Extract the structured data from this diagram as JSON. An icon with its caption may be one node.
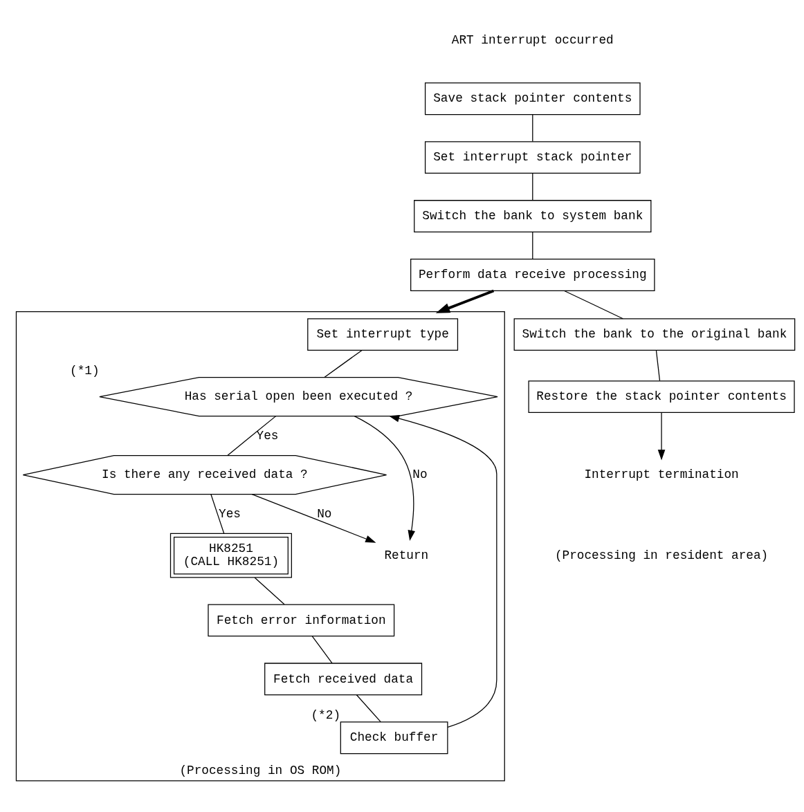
{
  "diagram": {
    "nodes": [
      {
        "text": [
          "Save stack pointer contents"
        ]
      },
      {
        "text": [
          "Set interrupt stack pointer"
        ]
      },
      {
        "text": [
          "Switch the bank to system bank"
        ]
      },
      {
        "text": [
          "Perform data receive processing"
        ]
      },
      {
        "text": [
          "Switch the bank to the original bank"
        ]
      },
      {
        "text": [
          "Restore the stack pointer contents"
        ]
      },
      {
        "text": [
          "Interrupt termination"
        ]
      },
      {
        "text": [
          "(Processing in OS ROM)"
        ]
      },
      {
        "text": [
          "Set interrupt type"
        ],
        "in": 7
      },
      {
        "text": [
          "Has serial open been executed ?"
        ],
        "beside": [
          "(*1)"
        ],
        "in": 7
      },
      {
        "text": [
          "Is there any received data ?"
        ],
        "in": 7
      },
      {
        "text": [
          "HK8251",
          "(CALL HK8251)"
        ],
        "in": 7
      },
      {
        "text": [
          "Fetch error information"
        ],
        "in": 7
      },
      {
        "text": [
          "Fetch received data"
        ],
        "in": 7
      },
      {
        "text": [
          "Check buffer"
        ],
        "beside": [
          "(*2)"
        ],
        "in": 7
      },
      {
        "text": [
          "Return"
        ],
        "in": 7
      }
    ],
    "edges": [
      {
        "from": 0,
        "to": 1,
        "arrow": "none"
      },
      {
        "from": 1,
        "to": 2,
        "arrow": "none"
      },
      {
        "from": 2,
        "to": 3,
        "arrow": "none"
      },
      {
        "from": 3,
        "to": 4,
        "arrow": "none"
      },
      {
        "from": 4,
        "to": 5,
        "arrow": "none"
      },
      {
        "from": 5,
        "to": 6,
        "arrow": "to"
      },
      {
        "from": 3,
        "to": 7,
        "arrow": "to",
        "style": "thick"
      },
      {
        "from": 8,
        "to": 9,
        "arrow": "none"
      },
      {
        "from": 9,
        "to": 10,
        "arrow": "none",
        "label": "Yes"
      },
      {
        "from": 9,
        "to": 15,
        "arrow": "to",
        "label": "No"
      },
      {
        "from": 10,
        "to": 15,
        "arrow": "to",
        "label": "No"
      },
      {
        "from": 10,
        "to": 11,
        "arrow": "none",
        "label": "Yes"
      },
      {
        "from": 11,
        "to": 12,
        "arrow": "none"
      },
      {
        "from": 12,
        "to": 13,
        "arrow": "none"
      },
      {
        "from": 13,
        "to": 14,
        "arrow": "none"
      },
      {
        "from": 14,
        "to": 9,
        "arrow": "to"
      }
    ],
    "labels": [
      "ART interrupt occurred",
      "(Processing in resident area)"
    ]
  }
}
